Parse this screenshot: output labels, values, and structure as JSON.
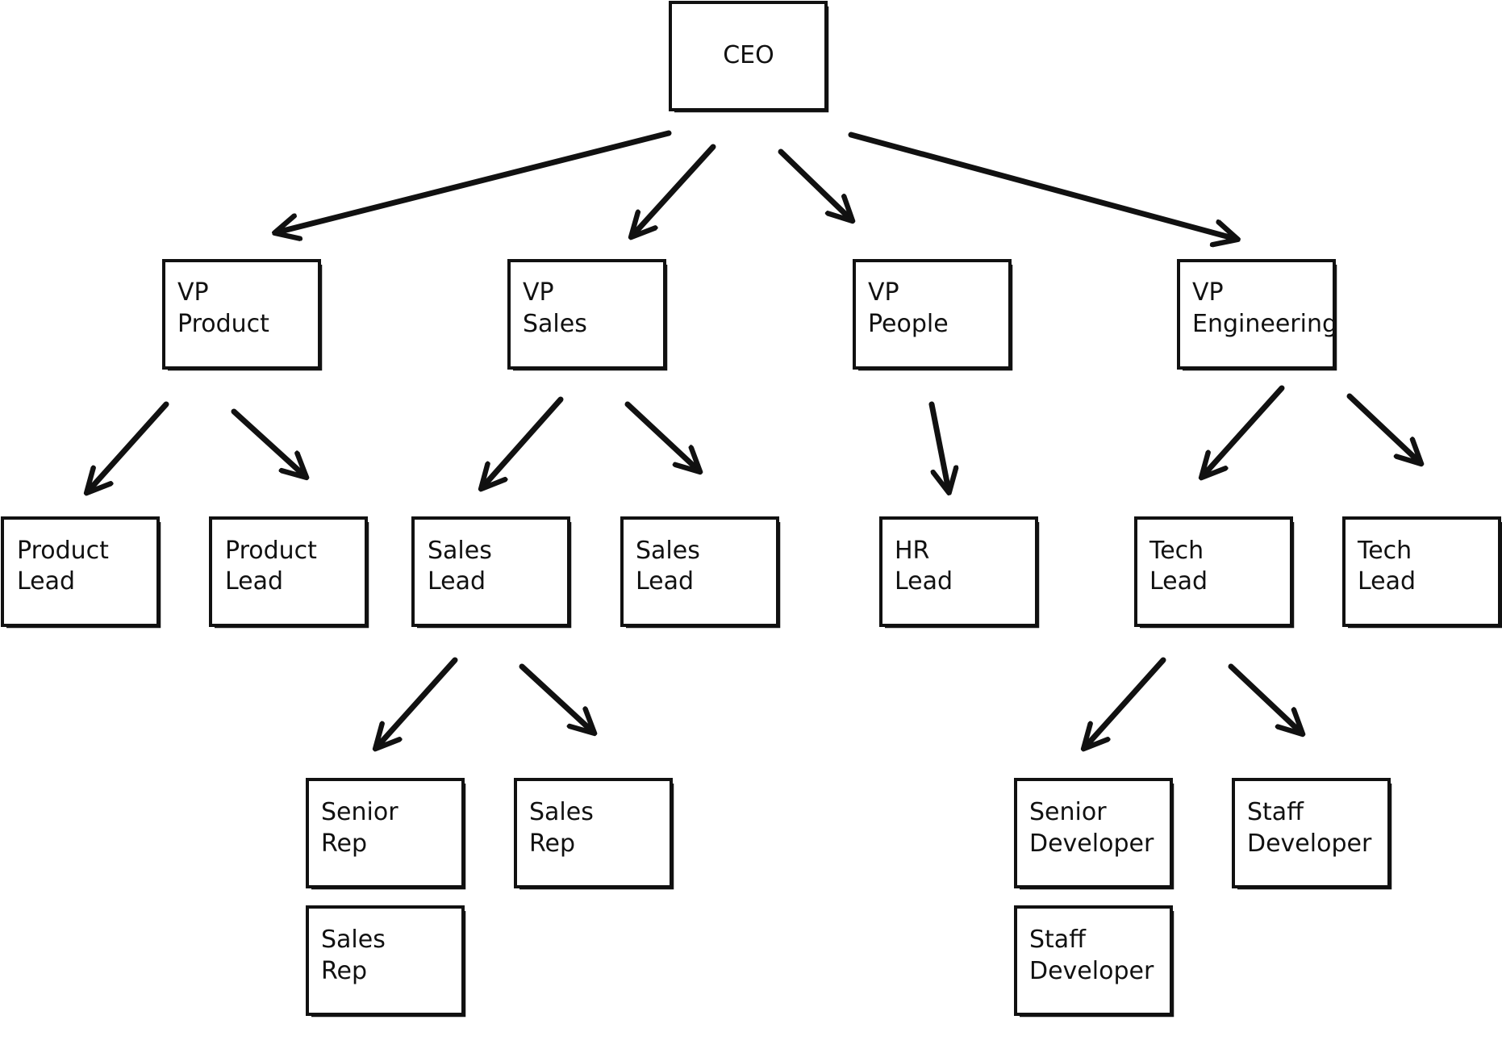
{
  "diagram": {
    "type": "org-chart",
    "nodes": {
      "ceo": {
        "lines": [
          "CEO"
        ]
      },
      "vp_product": {
        "lines": [
          "VP",
          "Product"
        ]
      },
      "vp_sales": {
        "lines": [
          "VP",
          "Sales"
        ]
      },
      "vp_people": {
        "lines": [
          "VP",
          "People"
        ]
      },
      "vp_engineering": {
        "lines": [
          "VP",
          "Engineering"
        ]
      },
      "product_lead_1": {
        "lines": [
          "Product",
          "Lead"
        ]
      },
      "product_lead_2": {
        "lines": [
          "Product",
          "Lead"
        ]
      },
      "sales_lead_1": {
        "lines": [
          "Sales",
          "Lead"
        ]
      },
      "sales_lead_2": {
        "lines": [
          "Sales",
          "Lead"
        ]
      },
      "hr_lead": {
        "lines": [
          "HR",
          "Lead"
        ]
      },
      "tech_lead_1": {
        "lines": [
          "Tech",
          "Lead"
        ]
      },
      "tech_lead_2": {
        "lines": [
          "Tech",
          "Lead"
        ]
      },
      "senior_rep": {
        "lines": [
          "Senior",
          "Rep"
        ]
      },
      "sales_rep_1": {
        "lines": [
          "Sales",
          "Rep"
        ]
      },
      "sales_rep_2": {
        "lines": [
          "Sales",
          "Rep"
        ]
      },
      "senior_developer": {
        "lines": [
          "Senior",
          "Developer"
        ]
      },
      "staff_developer_1": {
        "lines": [
          "Staff",
          "Developer"
        ]
      },
      "staff_developer_2": {
        "lines": [
          "Staff",
          "Developer"
        ]
      }
    },
    "edges": [
      {
        "from": "ceo",
        "to": "vp_product"
      },
      {
        "from": "ceo",
        "to": "vp_sales"
      },
      {
        "from": "ceo",
        "to": "vp_people"
      },
      {
        "from": "ceo",
        "to": "vp_engineering"
      },
      {
        "from": "vp_product",
        "to": "product_lead_1"
      },
      {
        "from": "vp_product",
        "to": "product_lead_2"
      },
      {
        "from": "vp_sales",
        "to": "sales_lead_1"
      },
      {
        "from": "vp_sales",
        "to": "sales_lead_2"
      },
      {
        "from": "vp_people",
        "to": "hr_lead"
      },
      {
        "from": "vp_engineering",
        "to": "tech_lead_1"
      },
      {
        "from": "vp_engineering",
        "to": "tech_lead_2"
      },
      {
        "from": "sales_lead_1",
        "to": "senior_rep"
      },
      {
        "from": "sales_lead_1",
        "to": "sales_rep_1"
      },
      {
        "from": "tech_lead_1",
        "to": "senior_developer"
      },
      {
        "from": "tech_lead_1",
        "to": "staff_developer_1"
      }
    ]
  }
}
